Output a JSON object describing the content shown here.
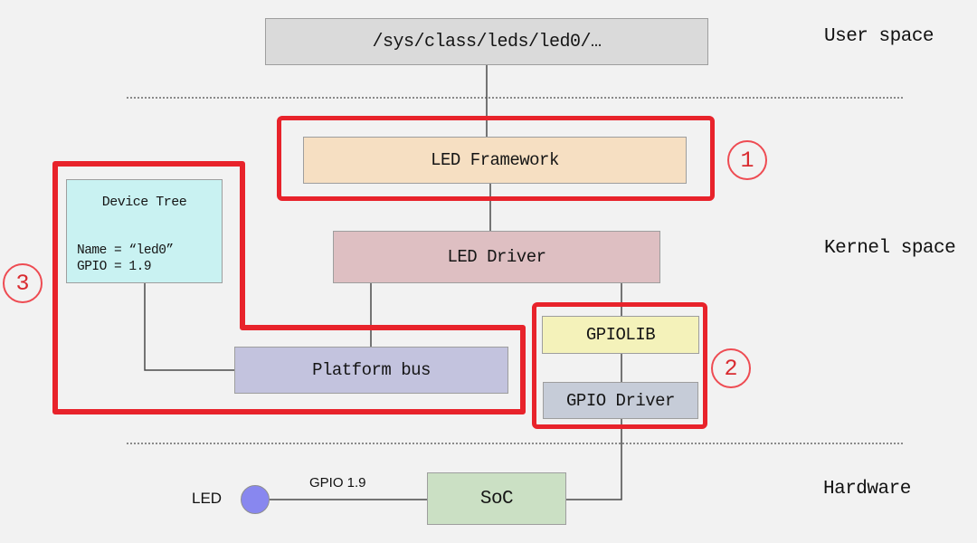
{
  "colors": {
    "background": "#f2f2f2",
    "annotation_red": "#e8232b",
    "sysfs_bg": "#dadada",
    "led_framework_bg": "#f6dfc2",
    "led_driver_bg": "#debfc2",
    "device_tree_bg": "#c9f2f2",
    "platform_bus_bg": "#c3c3de",
    "gpiolib_bg": "#f4f2ba",
    "gpio_driver_bg": "#c6ccd8",
    "soc_bg": "#cbe0c4",
    "led_dot": "#8887ef"
  },
  "layers": {
    "user_space": "User space",
    "kernel_space": "Kernel space",
    "hardware": "Hardware"
  },
  "boxes": {
    "sysfs": "/sys/class/leds/led0/…",
    "led_framework": "LED Framework",
    "led_driver": "LED Driver",
    "platform_bus": "Platform bus",
    "gpiolib": "GPIOLIB",
    "gpio_driver": "GPIO Driver",
    "soc": "SoC"
  },
  "device_tree": {
    "title": "Device Tree",
    "name_line": "Name = “led0”",
    "gpio_line": "GPIO = 1.9"
  },
  "markers": {
    "m1": "1",
    "m2": "2",
    "m3": "3"
  },
  "hardware_detail": {
    "led_label": "LED",
    "gpio_pin_label": "GPIO 1.9"
  }
}
